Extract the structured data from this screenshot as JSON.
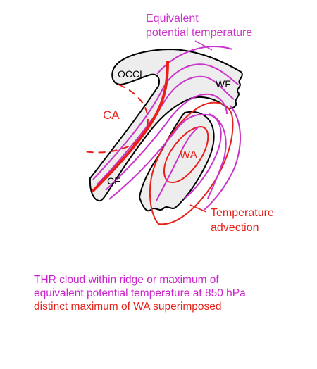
{
  "labels": {
    "equivalent_potential_temperature": [
      "Equivalent",
      "potential temperature"
    ],
    "occl": "OCCL",
    "wf": "WF",
    "ca": "CA",
    "wa": "WA",
    "cf": "CF",
    "temperature_advection": [
      "Temperature",
      "advection"
    ]
  },
  "caption": {
    "line1": "THR cloud within ridge or maximum of",
    "line2": "equivalent potential temperature at 850 hPa",
    "line3": "distinct maximum of WA superimposed"
  },
  "colors": {
    "cloud_fill": "#ededed",
    "cloud_outline": "#000000",
    "equivalent_potential_temperature": "#cc33cc",
    "temperature_advection": "#e8201a",
    "front": "#e8201a",
    "caption_magenta": "#cc22cc",
    "caption_red": "#e8201a"
  }
}
